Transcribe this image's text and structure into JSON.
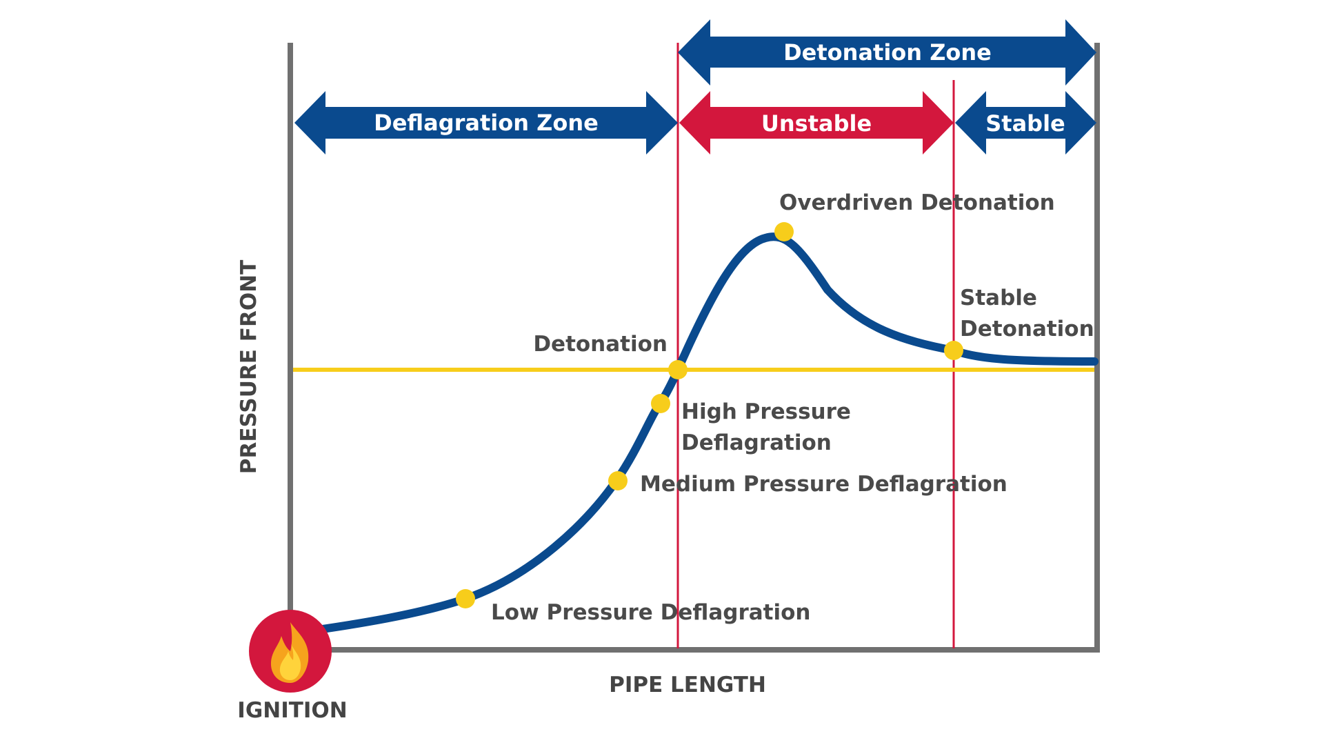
{
  "colors": {
    "navy": "#0a4a8e",
    "red": "#d3173d",
    "yellow": "#f7cd1b",
    "axis_gray": "#707070",
    "text_gray": "#4a4a4a",
    "orange": "#f6a31d"
  },
  "axes": {
    "x_label": "PIPE LENGTH",
    "y_label": "PRESSURE FRONT"
  },
  "zones": {
    "deflagration": "Deflagration Zone",
    "detonation": "Detonation Zone",
    "unstable": "Unstable",
    "stable": "Stable"
  },
  "points": {
    "low": "Low Pressure Deflagration",
    "medium": "Medium Pressure Deflagration",
    "high_line1": "High Pressure",
    "high_line2": "Deflagration",
    "detonation": "Detonation",
    "overdriven": "Overdriven Detonation",
    "stable_line1": "Stable",
    "stable_line2": "Detonation"
  },
  "ignition": {
    "label": "IGNITION",
    "icon": "flame-icon"
  }
}
